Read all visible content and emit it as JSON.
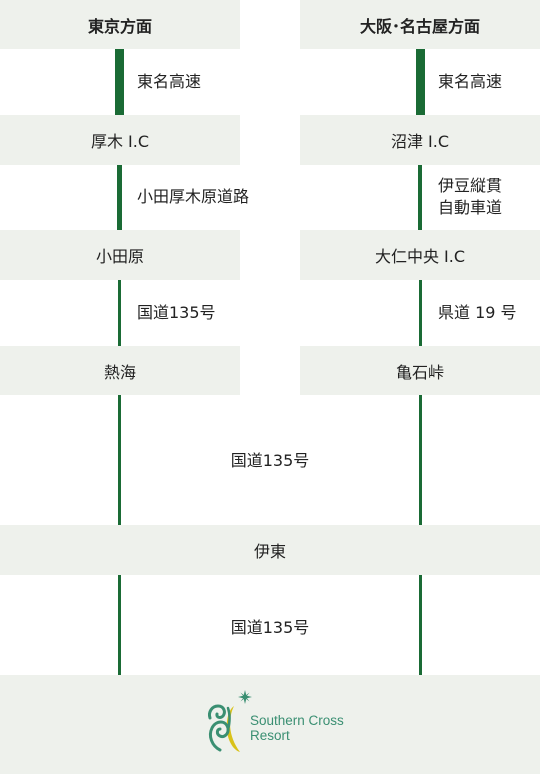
{
  "left_route": {
    "header": "東京方面",
    "stops": [
      "厚木 I.C",
      "小田原",
      "熱海"
    ],
    "roads": [
      "東名高速",
      "小田厚木原道路",
      "国道135号"
    ]
  },
  "right_route": {
    "header": "大阪･名古屋方面",
    "stops": [
      "沼津 I.C",
      "大仁中央 I.C",
      "亀石峠"
    ],
    "roads": [
      "東名高速",
      "伊豆縦貫",
      "自動車道",
      "県道 19 号"
    ]
  },
  "shared": {
    "road1": "国道135号",
    "stop": "伊東",
    "road2": "国道135号"
  },
  "logo": {
    "line1": "Southern Cross",
    "line2": "Resort"
  },
  "colors": {
    "route_line": "#1a6b35",
    "box_bg": "#eef1ec",
    "logo": "#3a8f72",
    "logo_yellow": "#d9c21a"
  }
}
